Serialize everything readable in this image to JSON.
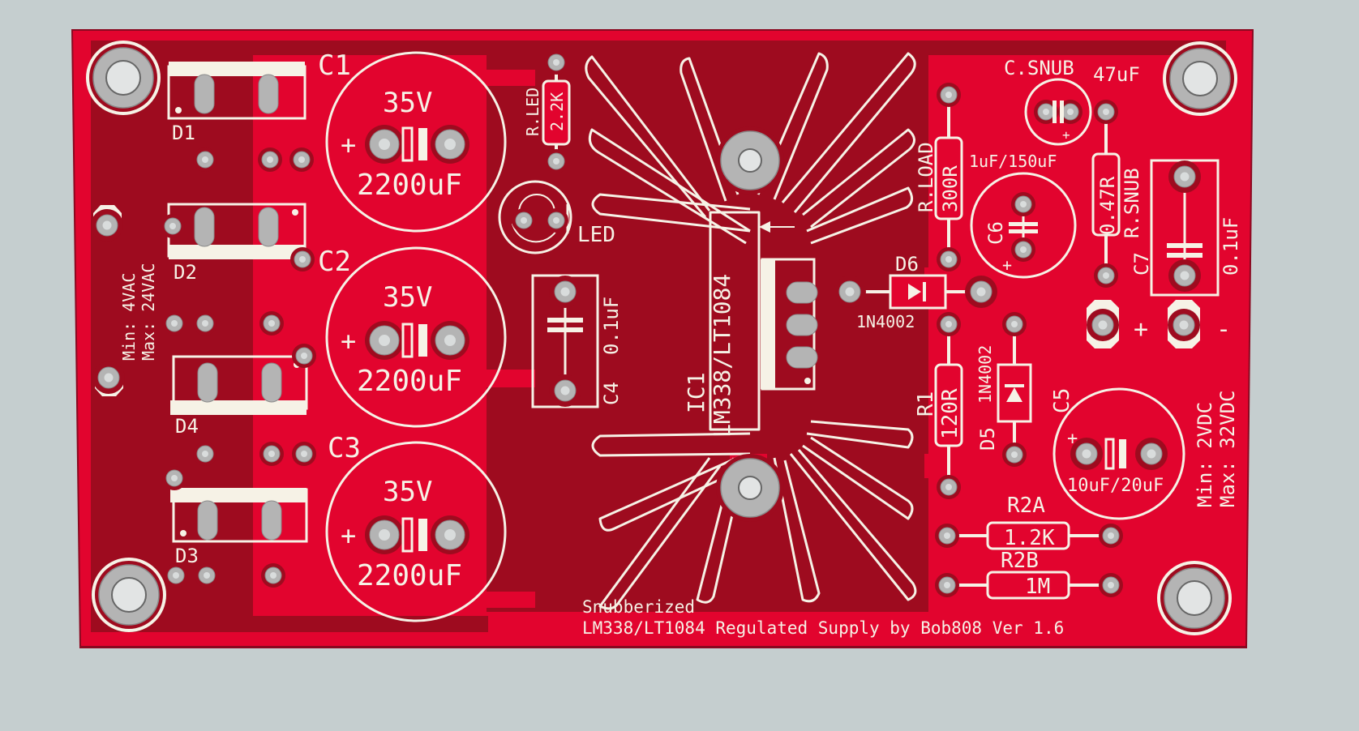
{
  "board": {
    "colors": {
      "background": "#c5cecf",
      "board": "#e2042e",
      "copper_pour": "#9e0b1f",
      "silkscreen": "#f6f2e6",
      "pad": "#b4b4b4",
      "hole": "#d9dcdc"
    },
    "labels": {
      "c1": "C1",
      "c2": "C2",
      "c3": "C3",
      "c1_voltage": "35V",
      "c2_voltage": "35V",
      "c3_voltage": "35V",
      "c1_value": "2200uF",
      "c2_value": "2200uF",
      "c3_value": "2200uF",
      "plus": "+",
      "minus": "-",
      "d1": "D1",
      "d2": "D2",
      "d3": "D3",
      "d4": "D4",
      "input_min": "Min:  4VAC",
      "input_max": "Max: 24VAC",
      "r_led": "R.LED",
      "r_led_value": "2.2K",
      "led": "LED",
      "c4": "C4",
      "c4_value": "0.1uF",
      "ic1": "IC1",
      "ic1_value": "LM338/LT1084",
      "r_load": "R.LOAD",
      "r_load_value": "300R",
      "c_snub": "C.SNUB",
      "c_snub_value": "47uF",
      "c6_value": "1uF/150uF",
      "c6": "C6",
      "r_snub": "R.SNUB",
      "r_snub_value": "0.47R",
      "c7": "C7",
      "c7_value": "0.1uF",
      "d6": "D6",
      "d6_value": "1N4002",
      "d5": "D5",
      "d5_value": "1N4002",
      "r1": "R1",
      "r1_value": "120R",
      "c5": "C5",
      "c5_value": "10uF/20uF",
      "output_min": "Min:  2VDC",
      "output_max": "Max: 32VDC",
      "r2a": "R2A",
      "r2a_value": "1.2K",
      "r2b": "R2B",
      "r2b_value": "1M",
      "subtitle": "Snubberized",
      "title": "LM338/LT1084 Regulated Supply by Bob808 Ver 1.6"
    }
  }
}
